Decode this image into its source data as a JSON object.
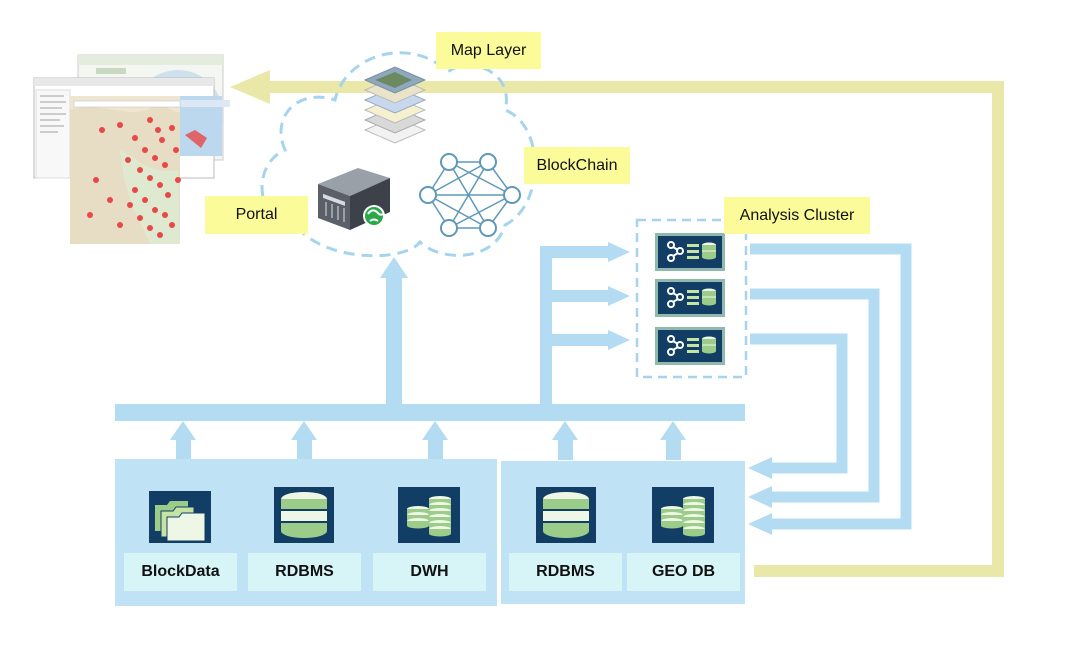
{
  "labels": {
    "map_layer": "Map Layer",
    "blockchain": "BlockChain",
    "portal": "Portal",
    "analysis_cluster": "Analysis Cluster"
  },
  "left_group": {
    "items": [
      {
        "label": "BlockData",
        "icon": "folders-icon"
      },
      {
        "label": "RDBMS",
        "icon": "database-icon"
      },
      {
        "label": "DWH",
        "icon": "multi-database-icon"
      }
    ]
  },
  "right_group": {
    "items": [
      {
        "label": "RDBMS",
        "icon": "database-icon"
      },
      {
        "label": "GEO DB",
        "icon": "multi-database-icon"
      }
    ]
  },
  "analysis_nodes": [
    {
      "icon": "share-db-icon"
    },
    {
      "icon": "share-db-icon"
    },
    {
      "icon": "share-db-icon"
    }
  ],
  "colors": {
    "flow_blue": "#b3dcf2",
    "panel_blue": "#bfe3f4",
    "label_cyan": "#d7f4f7",
    "tag_yellow": "#fbfb9a",
    "return_yellow": "#e9e8a8",
    "icon_navy": "#123e66",
    "icon_green": "#9ccc8a"
  }
}
